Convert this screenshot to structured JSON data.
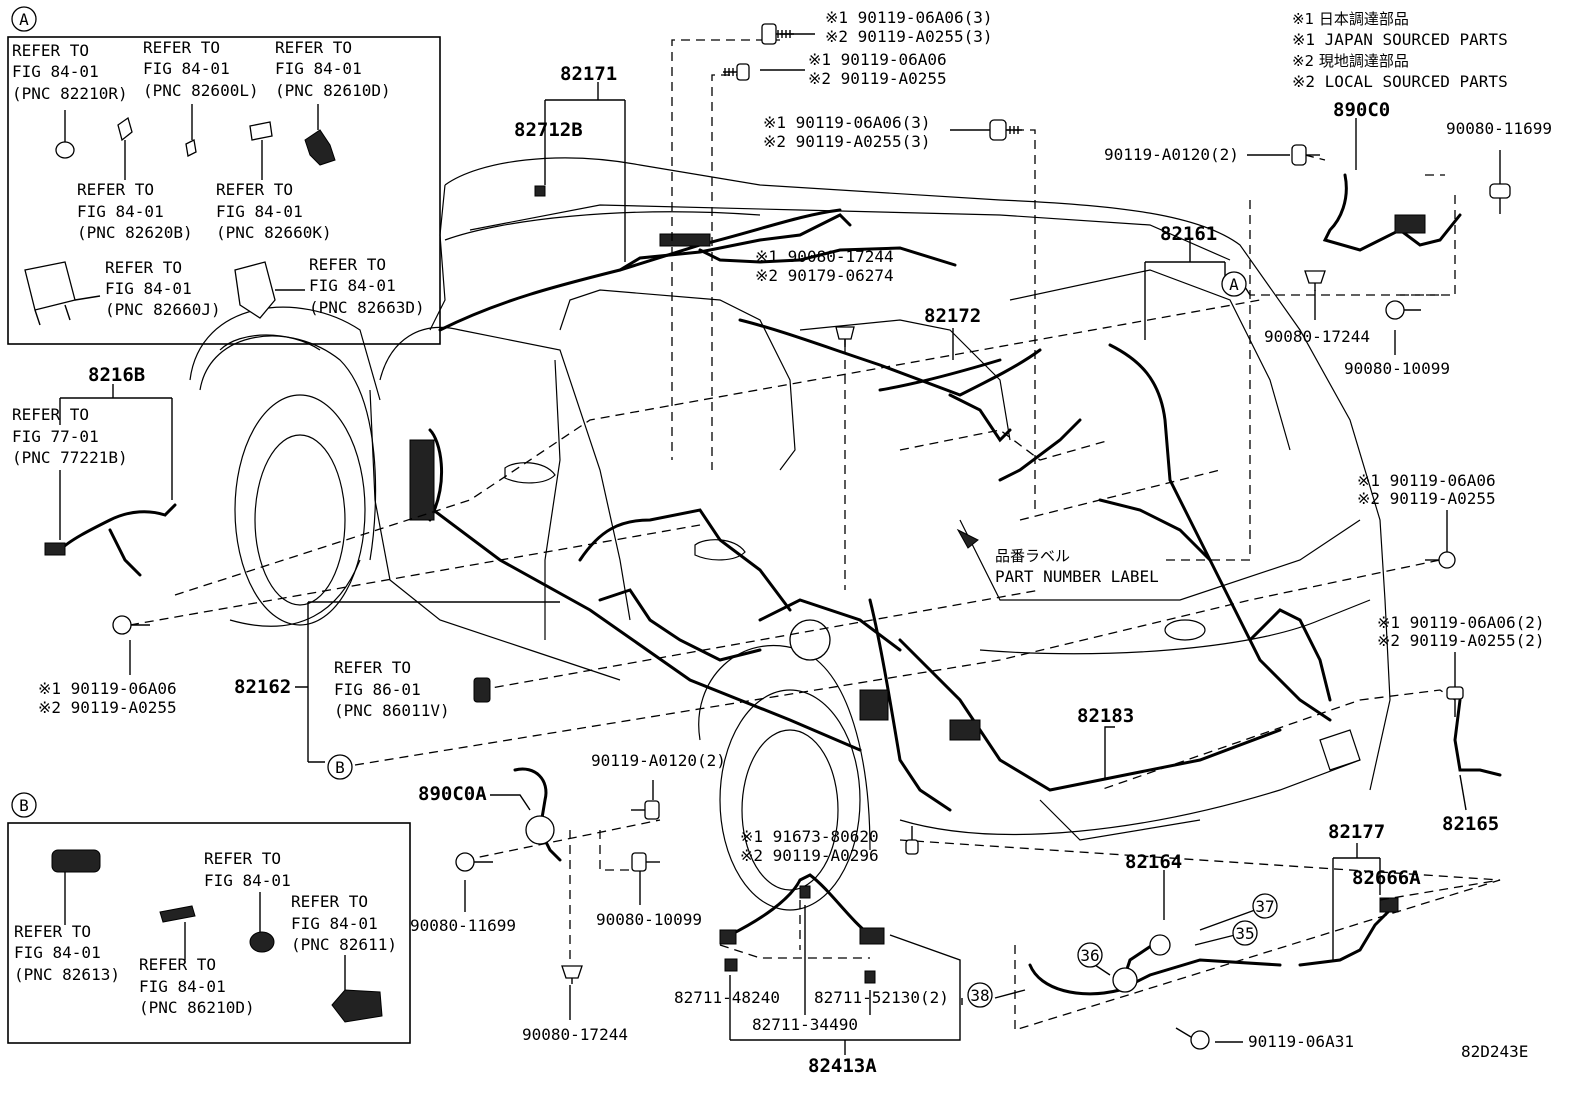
{
  "legend": {
    "line1": "※1 日本調達部品",
    "line2": "※1 JAPAN SOURCED PARTS",
    "line3": "※2 現地調達部品",
    "line4": "※2 LOCAL SOURCED PARTS"
  },
  "inset_a": {
    "marker": "A",
    "refs": [
      {
        "l1": "REFER TO",
        "l2": "FIG 84-01",
        "l3": "(PNC 82210R)"
      },
      {
        "l1": "REFER TO",
        "l2": "FIG 84-01",
        "l3": "(PNC 82600L)"
      },
      {
        "l1": "REFER TO",
        "l2": "FIG 84-01",
        "l3": "(PNC 82610D)"
      },
      {
        "l1": "REFER TO",
        "l2": "FIG 84-01",
        "l3": "(PNC 82620B)"
      },
      {
        "l1": "REFER TO",
        "l2": "FIG 84-01",
        "l3": "(PNC 82660K)"
      },
      {
        "l1": "REFER TO",
        "l2": "FIG 84-01",
        "l3": "(PNC 82660J)"
      },
      {
        "l1": "REFER TO",
        "l2": "FIG 84-01",
        "l3": "(PNC 82663D)"
      }
    ]
  },
  "inset_b": {
    "marker": "B",
    "refs": [
      {
        "l1": "REFER TO",
        "l2": "FIG 84-01",
        "l3": ""
      },
      {
        "l1": "REFER TO",
        "l2": "FIG 84-01",
        "l3": "(PNC 82611)"
      },
      {
        "l1": "REFER TO",
        "l2": "FIG 84-01",
        "l3": "(PNC 82613)"
      },
      {
        "l1": "REFER TO",
        "l2": "FIG 84-01",
        "l3": "(PNC 86210D)"
      }
    ]
  },
  "side_refs": {
    "fig77": {
      "l1": "REFER TO",
      "l2": "FIG 77-01",
      "l3": "(PNC 77221B)"
    },
    "fig86": {
      "l1": "REFER TO",
      "l2": "FIG 86-01",
      "l3": "(PNC 86011V)"
    }
  },
  "part_numbers": {
    "p82171": "82171",
    "p82712B": "82712B",
    "p8216B": "8216B",
    "p82162": "82162",
    "p82172": "82172",
    "p82161": "82161",
    "p890C0": "890C0",
    "p890C0A": "890C0A",
    "p82183": "82183",
    "p82165": "82165",
    "p82177": "82177",
    "p82666A": "82666A",
    "p82164": "82164",
    "p82413A": "82413A"
  },
  "fasteners": {
    "top1_a": "※1 90119-06A06(3)",
    "top1_b": "※2 90119-A0255(3)",
    "top2_a": "※1 90119-06A06",
    "top2_b": "※2 90119-A0255",
    "top3_a": "※1 90119-06A06(3)",
    "top3_b": "※2 90119-A0255(3)",
    "mid_a": "※1 90080-17244",
    "mid_b": "※2 90179-06274",
    "r_a0120": "90119-A0120(2)",
    "r_11699": "90080-11699",
    "r_17244": "90080-17244",
    "r_10099": "90080-10099",
    "r_mid_a": "※1 90119-06A06",
    "r_mid_b": "※2 90119-A0255",
    "r_low_a": "※1 90119-06A06(2)",
    "r_low_b": "※2 90119-A0255(2)",
    "l_a": "※1 90119-06A06",
    "l_b": "※2 90119-A0255",
    "c_a0120": "90119-A0120(2)",
    "c_11699": "90080-11699",
    "c_10099": "90080-10099",
    "c_17244": "90080-17244",
    "c_a": "※1 91673-80620",
    "c_b": "※2 90119-A0296",
    "b_48240": "82711-48240",
    "b_52130": "82711-52130(2)",
    "b_34490": "82711-34490",
    "b_06A31": "90119-06A31"
  },
  "label_note": {
    "ja": "品番ラベル",
    "en": "PART NUMBER LABEL"
  },
  "markers": {
    "a": "A",
    "b": "B"
  },
  "callouts": {
    "c35": "35",
    "c36": "36",
    "c37": "37",
    "c38": "38"
  },
  "figure_code": "82D243E"
}
